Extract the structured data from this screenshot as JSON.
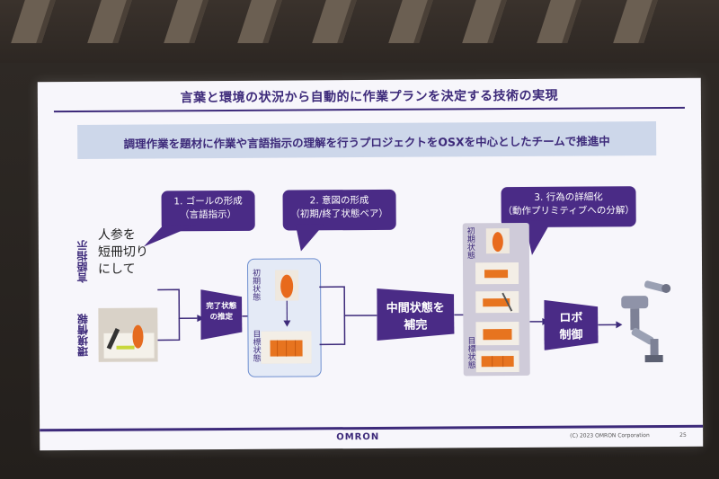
{
  "slide": {
    "title": "言葉と環境の状況から自動的に作業プランを決定する技術の実現",
    "subtitle": "調理作業を題材に作業や言語指示の理解を行うプロジェクトをOSXを中心としたチームで推進中",
    "bubbles": [
      {
        "line1": "1. ゴールの形成",
        "line2": "（言語指示）"
      },
      {
        "line1": "2. 意図の形成",
        "line2": "（初期/終了状態ペア）"
      },
      {
        "line1": "3. 行為の詳細化",
        "line2": "（動作プリミティブへの分解）"
      }
    ],
    "side_labels": {
      "language": "言語指示",
      "environment": "環境情報"
    },
    "instruction": [
      "人参を",
      "短冊切り",
      "にして"
    ],
    "infer_box": {
      "line1": "完了状態",
      "line2": "の推定"
    },
    "panel1": {
      "initial": "初期状態",
      "goal": "目標状態"
    },
    "middle_box": {
      "line1": "中間状態を",
      "line2": "補完"
    },
    "panel2": {
      "initial": "初期状態",
      "goal": "目標状態"
    },
    "robot_box": {
      "line1": "ロボ",
      "line2": "制御"
    },
    "footer": {
      "logo": "OMRON",
      "copyright": "(C) 2023 OMRON Corporation",
      "page": "25"
    }
  }
}
